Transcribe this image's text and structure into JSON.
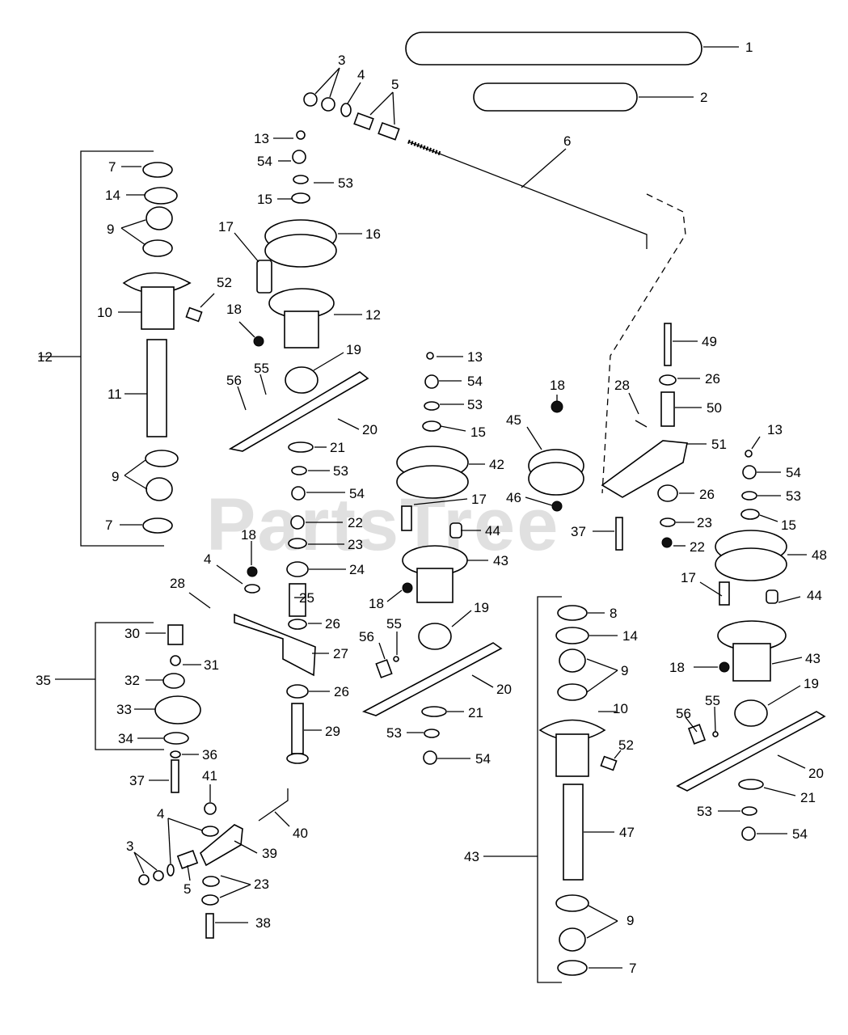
{
  "watermark": "PartsTree",
  "callouts": [
    "1",
    "2",
    "3",
    "4",
    "5",
    "6",
    "13",
    "54",
    "53",
    "15",
    "16",
    "17",
    "12",
    "52",
    "18",
    "10",
    "7",
    "14",
    "9",
    "11",
    "12",
    "9",
    "7",
    "19",
    "56",
    "55",
    "20",
    "21",
    "53",
    "54",
    "22",
    "23",
    "24",
    "25",
    "26",
    "27",
    "28",
    "4",
    "18",
    "30",
    "31",
    "32",
    "33",
    "34",
    "35",
    "36",
    "37",
    "41",
    "4",
    "3",
    "5",
    "39",
    "40",
    "23",
    "38",
    "29",
    "26",
    "13",
    "54",
    "53",
    "15",
    "42",
    "17",
    "44",
    "43",
    "18",
    "19",
    "56",
    "55",
    "20",
    "21",
    "53",
    "54",
    "18",
    "45",
    "46",
    "28",
    "49",
    "26",
    "50",
    "51",
    "37",
    "26",
    "23",
    "22",
    "13",
    "54",
    "53",
    "15",
    "48",
    "17",
    "44",
    "43",
    "18",
    "19",
    "56",
    "55",
    "20",
    "21",
    "53",
    "54",
    "8",
    "14",
    "9",
    "10",
    "52",
    "47",
    "9",
    "7",
    "43"
  ]
}
